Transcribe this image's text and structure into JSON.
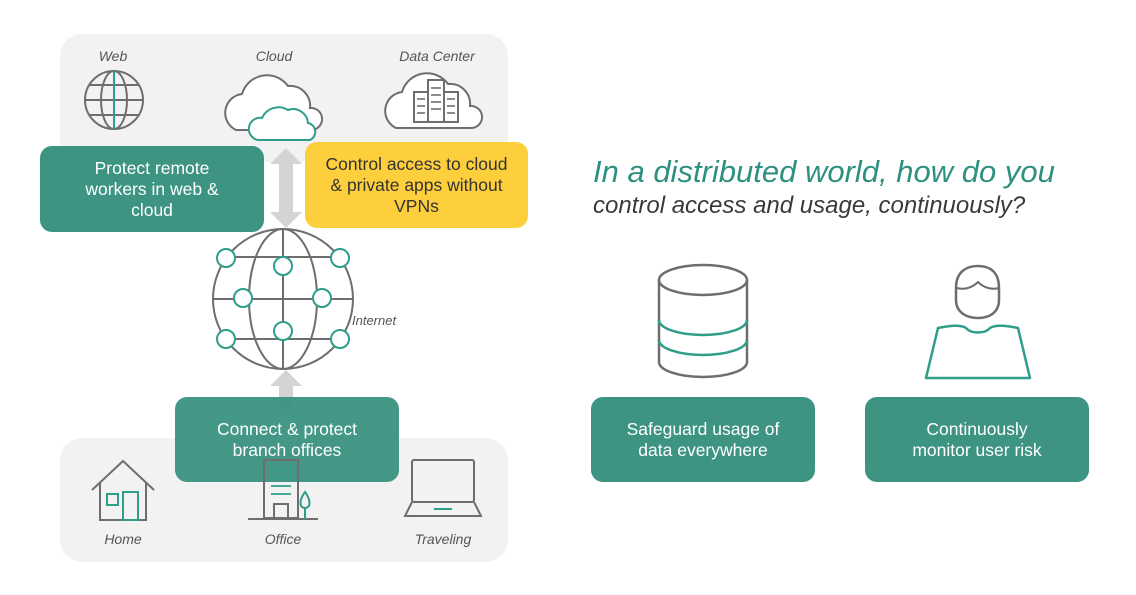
{
  "top_panel": {
    "web_label": "Web",
    "cloud_label": "Cloud",
    "datacenter_label": "Data Center"
  },
  "boxes": {
    "protect_remote": "Protect remote workers in web & cloud",
    "control_access": "Control access to cloud & private apps without VPNs",
    "connect_branch": "Connect & protect branch offices",
    "safeguard_data": "Safeguard usage of data everywhere",
    "monitor_risk": "Continuously monitor user risk"
  },
  "internet_label": "Internet",
  "bottom_panel": {
    "home_label": "Home",
    "office_label": "Office",
    "traveling_label": "Traveling"
  },
  "heading": {
    "line1": "In a distributed world, how do you",
    "line2": "control access and usage, continuously?"
  },
  "colors": {
    "teal": "#3d9483",
    "yellow": "#fecf3c",
    "icon_gray": "#6e6e6e",
    "panel_bg": "#f2f2f2"
  }
}
